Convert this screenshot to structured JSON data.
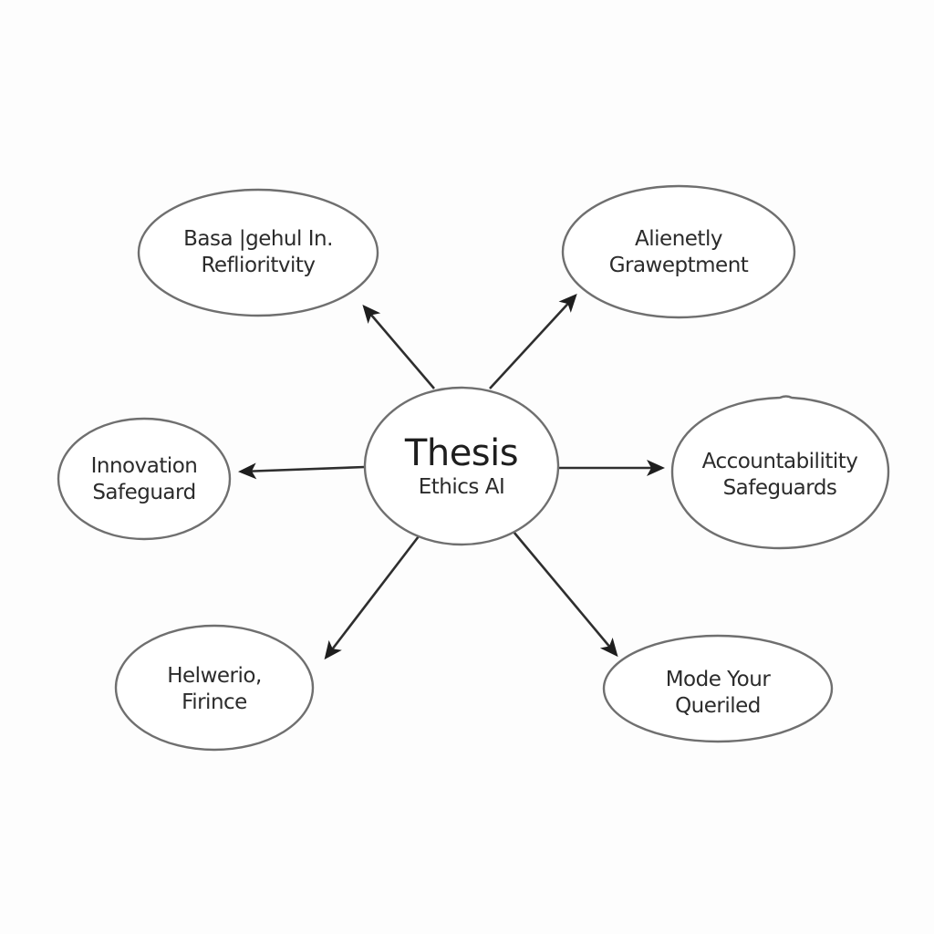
{
  "diagram": {
    "type": "mind-map",
    "background": "#fdfdfd",
    "stroke_color": "#6f6f6f",
    "arrow_color": "#2e2e2e",
    "text_color": "#2b2b2b",
    "center": {
      "title": "Thesis",
      "subtitle": "Ethics AI"
    },
    "nodes": [
      {
        "id": "top-left",
        "line1": "Basa |gehul In.",
        "line2": "Reflioritvity"
      },
      {
        "id": "top-right",
        "line1": "Alienetly",
        "line2": "Graweptment"
      },
      {
        "id": "left",
        "line1": "Innovation",
        "line2": "Safeguard"
      },
      {
        "id": "right",
        "line1": "Accountabilitity",
        "line2": "Safeguards"
      },
      {
        "id": "bottom-left",
        "line1": "Helwerio,",
        "line2": "Firince"
      },
      {
        "id": "bottom-right",
        "line1": "Mode Your",
        "line2": "Queriled"
      }
    ],
    "edges": [
      {
        "from": "center",
        "to": "top-left"
      },
      {
        "from": "center",
        "to": "top-right"
      },
      {
        "from": "center",
        "to": "left"
      },
      {
        "from": "center",
        "to": "right"
      },
      {
        "from": "center",
        "to": "bottom-left"
      },
      {
        "from": "center",
        "to": "bottom-right"
      }
    ]
  }
}
